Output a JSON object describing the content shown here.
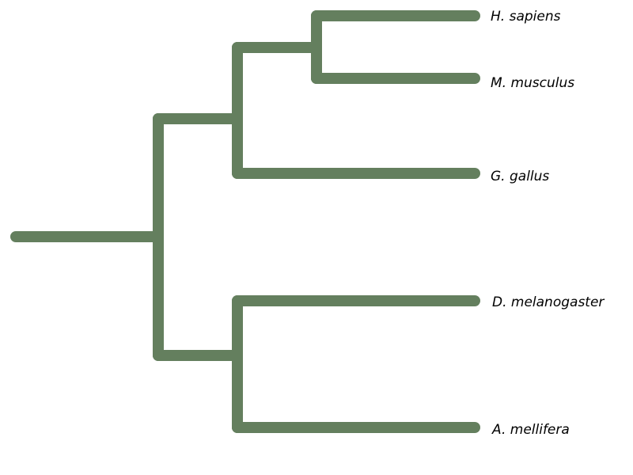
{
  "colors": {
    "branch": "#647f5e",
    "label": "#000000",
    "background": "#ffffff"
  },
  "tree": {
    "leaves": [
      {
        "id": "h-sapiens",
        "label": "H. sapiens"
      },
      {
        "id": "m-musculus",
        "label": "M. musculus"
      },
      {
        "id": "g-gallus",
        "label": "G. gallus"
      },
      {
        "id": "d-melanogaster",
        "label": "D. melanogaster"
      },
      {
        "id": "a-mellifera",
        "label": "A. mellifera"
      }
    ],
    "topology": "((((H. sapiens,M. musculus),G. gallus),(D. melanogaster,A. mellifera)))"
  }
}
